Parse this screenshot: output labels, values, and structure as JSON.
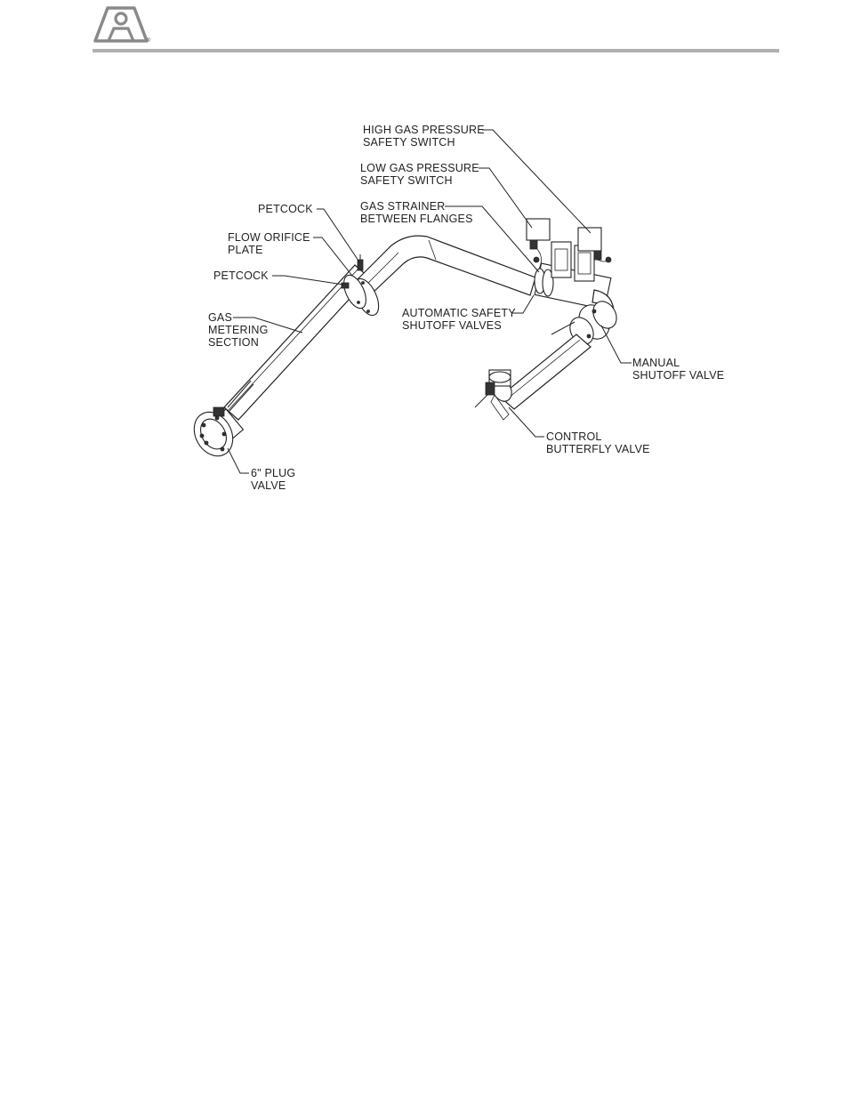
{
  "header": {
    "logo_icon": "arch-logo-icon",
    "registered_mark": "®"
  },
  "diagram": {
    "labels": {
      "high_pressure_1": "HIGH GAS PRESSURE",
      "high_pressure_2": "SAFETY SWITCH",
      "low_pressure_1": "LOW GAS PRESSURE",
      "low_pressure_2": "SAFETY SWITCH",
      "strainer_1": "GAS STRAINER",
      "strainer_2": "BETWEEN FLANGES",
      "petcock_top": "PETCOCK",
      "orifice_1": "FLOW ORIFICE",
      "orifice_2": "PLATE",
      "petcock_lower": "PETCOCK",
      "metering_1": "GAS",
      "metering_2": "METERING",
      "metering_3": "SECTION",
      "auto_valves_1": "AUTOMATIC SAFETY",
      "auto_valves_2": "SHUTOFF VALVES",
      "manual_1": "MANUAL",
      "manual_2": "SHUTOFF VALVE",
      "butterfly_1": "CONTROL",
      "butterfly_2": "BUTTERFLY VALVE",
      "plug_1": "6\" PLUG",
      "plug_2": "VALVE"
    }
  }
}
